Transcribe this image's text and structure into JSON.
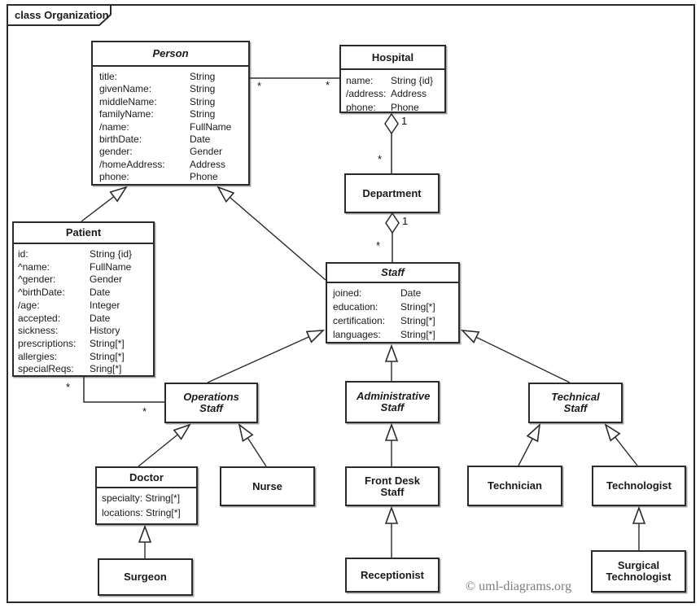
{
  "frame": {
    "label": "class Organization"
  },
  "copyright": "© uml-diagrams.org",
  "colors": {
    "line": "#2b2b2b",
    "background": "#ffffff",
    "copyright_gray": "#7d7d7d"
  },
  "classes": {
    "person": {
      "name": "Person",
      "abstract": true,
      "attributes": [
        {
          "n": "title:",
          "t": "String"
        },
        {
          "n": "givenName:",
          "t": "String"
        },
        {
          "n": "middleName:",
          "t": "String"
        },
        {
          "n": "familyName:",
          "t": "String"
        },
        {
          "n": "/name:",
          "t": "FullName"
        },
        {
          "n": "birthDate:",
          "t": "Date"
        },
        {
          "n": "gender:",
          "t": "Gender"
        },
        {
          "n": "/homeAddress:",
          "t": "Address"
        },
        {
          "n": "phone:",
          "t": "Phone"
        }
      ]
    },
    "hospital": {
      "name": "Hospital",
      "abstract": false,
      "attributes": [
        {
          "n": "name:",
          "t": "String {id}"
        },
        {
          "n": "/address:",
          "t": "Address"
        },
        {
          "n": "phone:",
          "t": "Phone"
        }
      ]
    },
    "patient": {
      "name": "Patient",
      "abstract": false,
      "attributes": [
        {
          "n": "id:",
          "t": "String {id}"
        },
        {
          "n": "^name:",
          "t": "FullName"
        },
        {
          "n": "^gender:",
          "t": "Gender"
        },
        {
          "n": "^birthDate:",
          "t": "Date"
        },
        {
          "n": "/age:",
          "t": "Integer"
        },
        {
          "n": "accepted:",
          "t": "Date"
        },
        {
          "n": "sickness:",
          "t": "History"
        },
        {
          "n": "prescriptions:",
          "t": "String[*]"
        },
        {
          "n": "allergies:",
          "t": "String[*]"
        },
        {
          "n": "specialReqs:",
          "t": "Sring[*]"
        }
      ]
    },
    "department": {
      "name": "Department",
      "abstract": false
    },
    "staff": {
      "name": "Staff",
      "abstract": true,
      "attributes": [
        {
          "n": "joined:",
          "t": "Date"
        },
        {
          "n": "education:",
          "t": "String[*]"
        },
        {
          "n": "certification:",
          "t": "String[*]"
        },
        {
          "n": "languages:",
          "t": "String[*]"
        }
      ]
    },
    "operations_staff": {
      "name": "Operations Staff",
      "abstract": true
    },
    "administrative_staff": {
      "name": "Administrative Staff",
      "abstract": true
    },
    "technical_staff": {
      "name": "Technical Staff",
      "abstract": true
    },
    "doctor": {
      "name": "Doctor",
      "abstract": false,
      "attributes": [
        {
          "text": "specialty: String[*]"
        },
        {
          "text": "locations: String[*]"
        }
      ]
    },
    "nurse": {
      "name": "Nurse",
      "abstract": false
    },
    "front_desk_staff": {
      "name": "Front Desk Staff",
      "abstract": false
    },
    "technician": {
      "name": "Technician",
      "abstract": false
    },
    "technologist": {
      "name": "Technologist",
      "abstract": false
    },
    "surgeon": {
      "name": "Surgeon",
      "abstract": false
    },
    "receptionist": {
      "name": "Receptionist",
      "abstract": false
    },
    "surgical_technologist": {
      "name": "Surgical Technologist",
      "abstract": false
    }
  },
  "multiplicities": {
    "person_hospital": {
      "person_end": "*",
      "hospital_end": "*"
    },
    "hospital_department": {
      "whole_end": "1",
      "part_end": "*"
    },
    "department_staff": {
      "whole_end": "1",
      "part_end": "*"
    },
    "patient_operations_staff": {
      "patient_end": "*",
      "staff_end": "*"
    }
  }
}
